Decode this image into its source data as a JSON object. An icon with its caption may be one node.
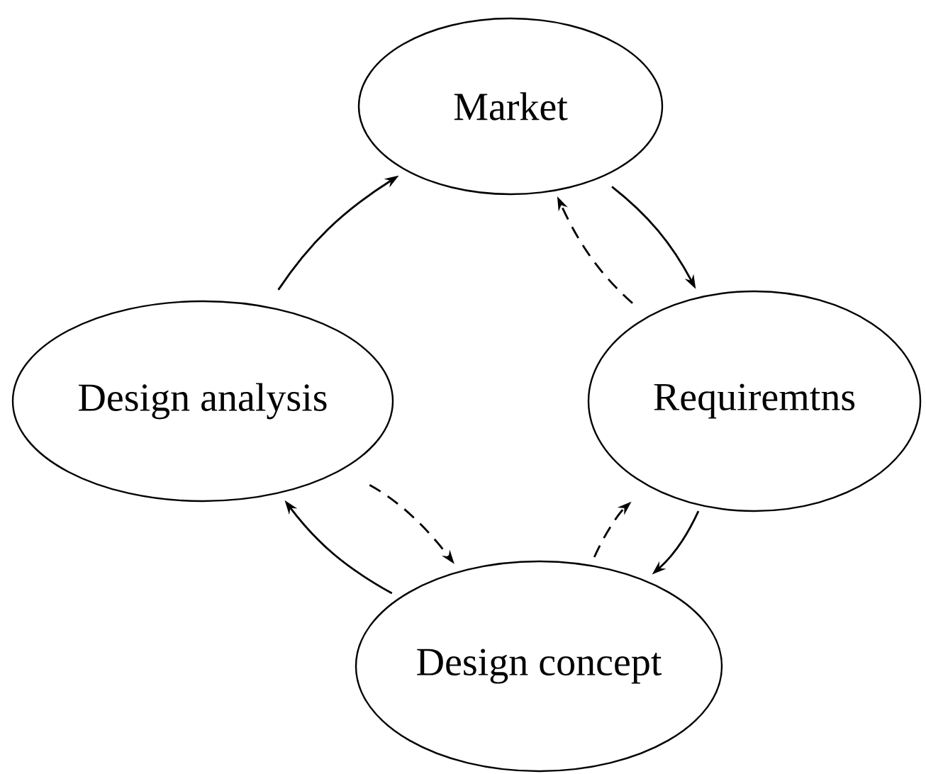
{
  "diagram": {
    "nodes": [
      {
        "text": [
          "Market"
        ]
      },
      {
        "text": [
          "Design analysis"
        ]
      },
      {
        "text": [
          "Requiremtns"
        ]
      },
      {
        "text": [
          "Design concept"
        ]
      }
    ],
    "edges": [
      {
        "from": 1,
        "to": 0,
        "arrow": "to"
      },
      {
        "from": 0,
        "to": 2,
        "arrow": "to"
      },
      {
        "from": 2,
        "to": 0,
        "arrow": "to",
        "style": "dashed"
      },
      {
        "from": 1,
        "to": 3,
        "arrow": "to",
        "style": "dashed"
      },
      {
        "from": 3,
        "to": 1,
        "arrow": "to"
      },
      {
        "from": 3,
        "to": 2,
        "arrow": "to",
        "style": "dashed"
      },
      {
        "from": 2,
        "to": 3,
        "arrow": "to"
      }
    ]
  }
}
